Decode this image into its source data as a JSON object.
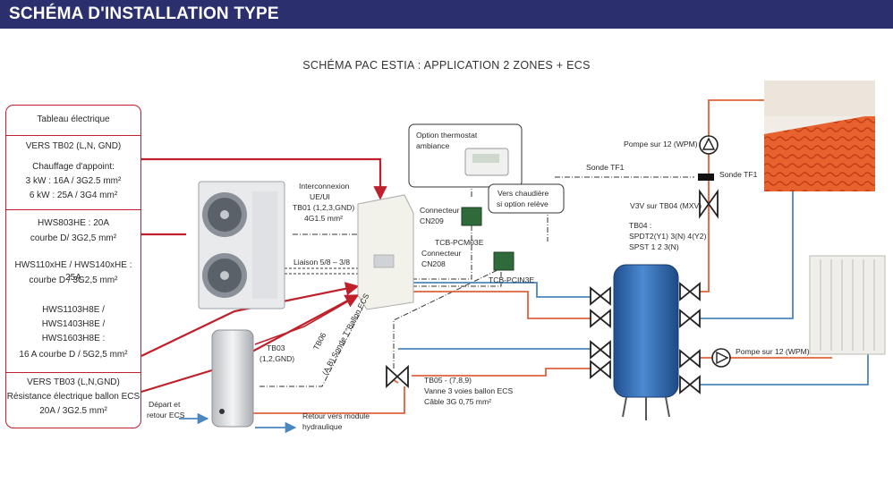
{
  "header": {
    "title": "SCHÉMA D'INSTALLATION TYPE"
  },
  "diagram": {
    "title": "SCHÉMA PAC ESTIA : APPLICATION 2 ZONES + ECS"
  },
  "left_panel": {
    "tableau": "Tableau électrique",
    "vers_tb02": "VERS TB02 (L,N, GND)",
    "chauffage_1": "Chauffage d'appoint:",
    "chauffage_2": "3 kW : 16A / 3G2.5 mm²",
    "chauffage_3": "6 kW : 25A / 3G4 mm²",
    "hws803_1": "HWS803HE : 20A",
    "hws803_2": "courbe D/ 3G2,5 mm²",
    "hws110_1": "HWS110xHE / HWS140xHE : 25A",
    "hws110_2": "courbe D / 3G2,5 mm²",
    "hws1103_1": "HWS1103H8E /",
    "hws1103_2": "HWS1403H8E /",
    "hws1103_3": "HWS1603H8E :",
    "hws1103_4": "16 A courbe D / 5G2,5 mm²",
    "vers_tb03": "VERS TB03 (L,N,GND)",
    "resistance_1": "Résistance électrique ballon ECS",
    "resistance_2": "20A / 3G2.5 mm²"
  },
  "labels": {
    "interconnexion": "Interconnexion",
    "ue_ui": "UE/UI",
    "tb01": "TB01 (1,2,3,GND)",
    "cable_4g": "4G1.5 mm²",
    "liaison": "Liaison 5/8 – 3/8",
    "option_thermostat_1": "Option thermostat",
    "option_thermostat_2": "ambiance",
    "connecteur_cn209_1": "Connecteur",
    "connecteur_cn209_2": "CN209",
    "tcb_pcm03e": "TCB-PCM03E",
    "connecteur_cn208_1": "Connecteur",
    "connecteur_cn208_2": "CN208",
    "tcb_pcin3e": "TCB-PCIN3E",
    "vers_chaudiere_1": "Vers chaudière",
    "vers_chaudiere_2": "si option relève",
    "sonde_tf1_left": "Sonde TF1",
    "sonde_tf1_right": "Sonde TF1",
    "pompe_top": "Pompe sur 12 (WPM)",
    "v3v": "V3V sur TB04 (MXV)",
    "tb04_1": "TB04 :",
    "tb04_2": "SPDT2(Y1) 3(N) 4(Y2)",
    "tb04_3": "SPST 1 2 3(N)",
    "pompe_bottom": "Pompe sur 12 (WPM)",
    "tb06_1": "TB06",
    "tb06_2": "(A,B) Sonde T°Ballon ECS",
    "tb03_1": "TB03",
    "tb03_2": "(1,2,GND)",
    "tb05_1": "TB05 - (7,8,9)",
    "tb05_2": "Vanne 3 voies ballon ECS",
    "tb05_3": "Câble 3G 0,75 mm²",
    "depart_1": "Départ et",
    "depart_2": "retour ECS",
    "retour_1": "Retour vers module",
    "retour_2": "hydraulique"
  },
  "colors": {
    "header_bg": "#2b2f6e",
    "accent_red": "#c0202b",
    "hot_pipe": "#e0603a",
    "cold_pipe": "#4b86bf",
    "tank_blue": "#2f6db8"
  }
}
